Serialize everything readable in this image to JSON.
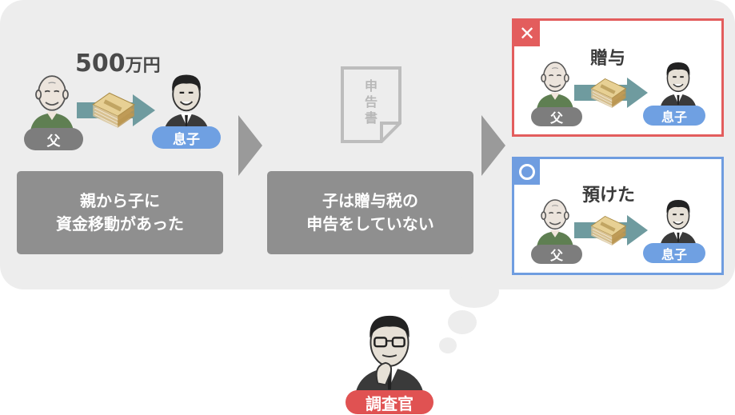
{
  "scene": {
    "left_amount": "500",
    "left_amount_unit": "万円",
    "left_caption_line1": "親から子に",
    "left_caption_line2": "資金移動があった",
    "middle_doc_chars": [
      "申",
      "告",
      "書"
    ],
    "middle_caption_line1": "子は贈与税の",
    "middle_caption_line2": "申告をしていない",
    "father_label": "父",
    "son_label": "息子"
  },
  "panels": {
    "gift": {
      "badge": "✕",
      "title": "贈与",
      "father_label": "父",
      "son_label": "息子"
    },
    "deposit": {
      "badge": "○",
      "title": "預けた",
      "father_label": "父",
      "son_label": "息子"
    }
  },
  "inspector": {
    "label": "調査官"
  },
  "colors": {
    "bubble": "#ededed",
    "caption_box": "#8f8f8f",
    "red": "#e35d5d",
    "blue": "#6f9de0",
    "arrow": "#6f9b9f"
  }
}
